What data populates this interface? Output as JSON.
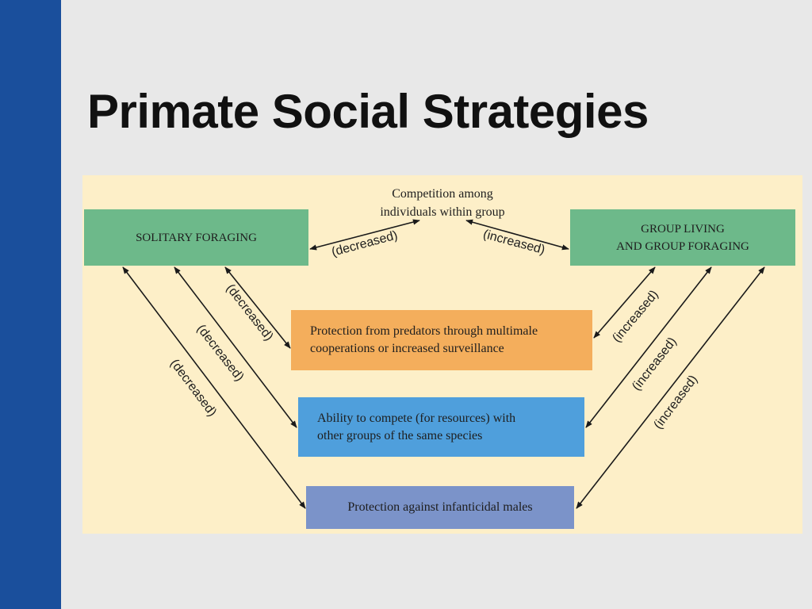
{
  "slide": {
    "title": "Primate Social Strategies"
  },
  "diagram": {
    "solitary": "SOLITARY FORAGING",
    "group_line1": "GROUP LIVING",
    "group_line2": "AND GROUP FORAGING",
    "competition_line1": "Competition among",
    "competition_line2": "individuals within group",
    "predators_line1": "Protection from predators through multimale",
    "predators_line2": "cooperations or increased surveillance",
    "compete_line1": "Ability to compete (for resources) with",
    "compete_line2": "other groups of the same species",
    "infanticide": "Protection against infanticidal males",
    "label_decreased": "(decreased)",
    "label_increased": "(increased)",
    "colors": {
      "green_box": "#6db98a",
      "orange_box": "#f4ae5c",
      "blue_box": "#4f9fdc",
      "purple_box": "#7b93c9",
      "background": "#fdefc8",
      "side_bar": "#1a4f9c"
    }
  }
}
